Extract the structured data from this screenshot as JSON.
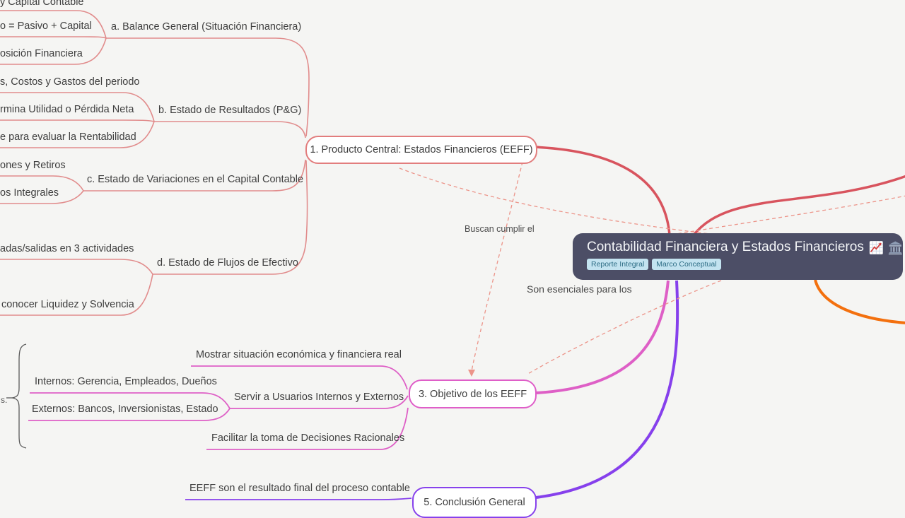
{
  "map": {
    "root": {
      "title": "Contabilidad Financiera y Estados Financieros",
      "icons": [
        "chart-increasing-icon",
        "classical-building-icon"
      ],
      "tags": [
        "Reporte Integral",
        "Marco Conceptual"
      ]
    },
    "branches": [
      {
        "label": "1. Producto Central: Estados Financieros (EEFF)",
        "children": [
          {
            "label": "a. Balance General (Situación Financiera)",
            "children": [
              "y Capital Contable",
              "o = Pasivo + Capital",
              "osición Financiera"
            ]
          },
          {
            "label": "b. Estado de Resultados (P&G)",
            "children": [
              "s, Costos y Gastos del periodo",
              "rmina Utilidad o Pérdida Neta",
              "e para evaluar la Rentabilidad"
            ]
          },
          {
            "label": "c. Estado de Variaciones en el Capital Contable",
            "children": [
              "ones y Retiros",
              "os Integrales"
            ]
          },
          {
            "label": "d. Estado de Flujos de Efectivo",
            "children": [
              "adas/salidas en 3 actividades",
              "conocer Liquidez y Solvencia"
            ]
          }
        ]
      },
      {
        "label": "3. Objetivo de los EEFF",
        "children": [
          {
            "label": "Mostrar situación económica y financiera real",
            "children": []
          },
          {
            "label": "Servir a Usuarios Internos y Externos",
            "children": [
              "Internos: Gerencia, Empleados, Dueños",
              "Externos: Bancos, Inversionistas, Estado"
            ]
          },
          {
            "label": "Facilitar la toma de Decisiones Racionales",
            "children": []
          }
        ]
      },
      {
        "label": "5. Conclusión General",
        "children": [
          {
            "label": "EEFF son el resultado final del proceso contable",
            "children": []
          }
        ]
      }
    ],
    "edge_labels": [
      {
        "text": "Buscan cumplir el"
      },
      {
        "text": "Son esenciales para los"
      }
    ],
    "clipped_fragment": "s."
  },
  "colors": {
    "background": "#f5f5f3",
    "root_bg": "#4c4e66",
    "root_text": "#f4f6f8",
    "chip_bg": "#c3e3f0",
    "chip_text": "#2c6c84",
    "branch1_salmon": "#e18c8c",
    "branch1_thick": "#d8545e",
    "branch3_magenta": "#de5fc6",
    "branch5_purple": "#8640ec",
    "branch_orange": "#f3700e",
    "dashed_relation": "#ec9489",
    "text": "#3e3e3e"
  }
}
